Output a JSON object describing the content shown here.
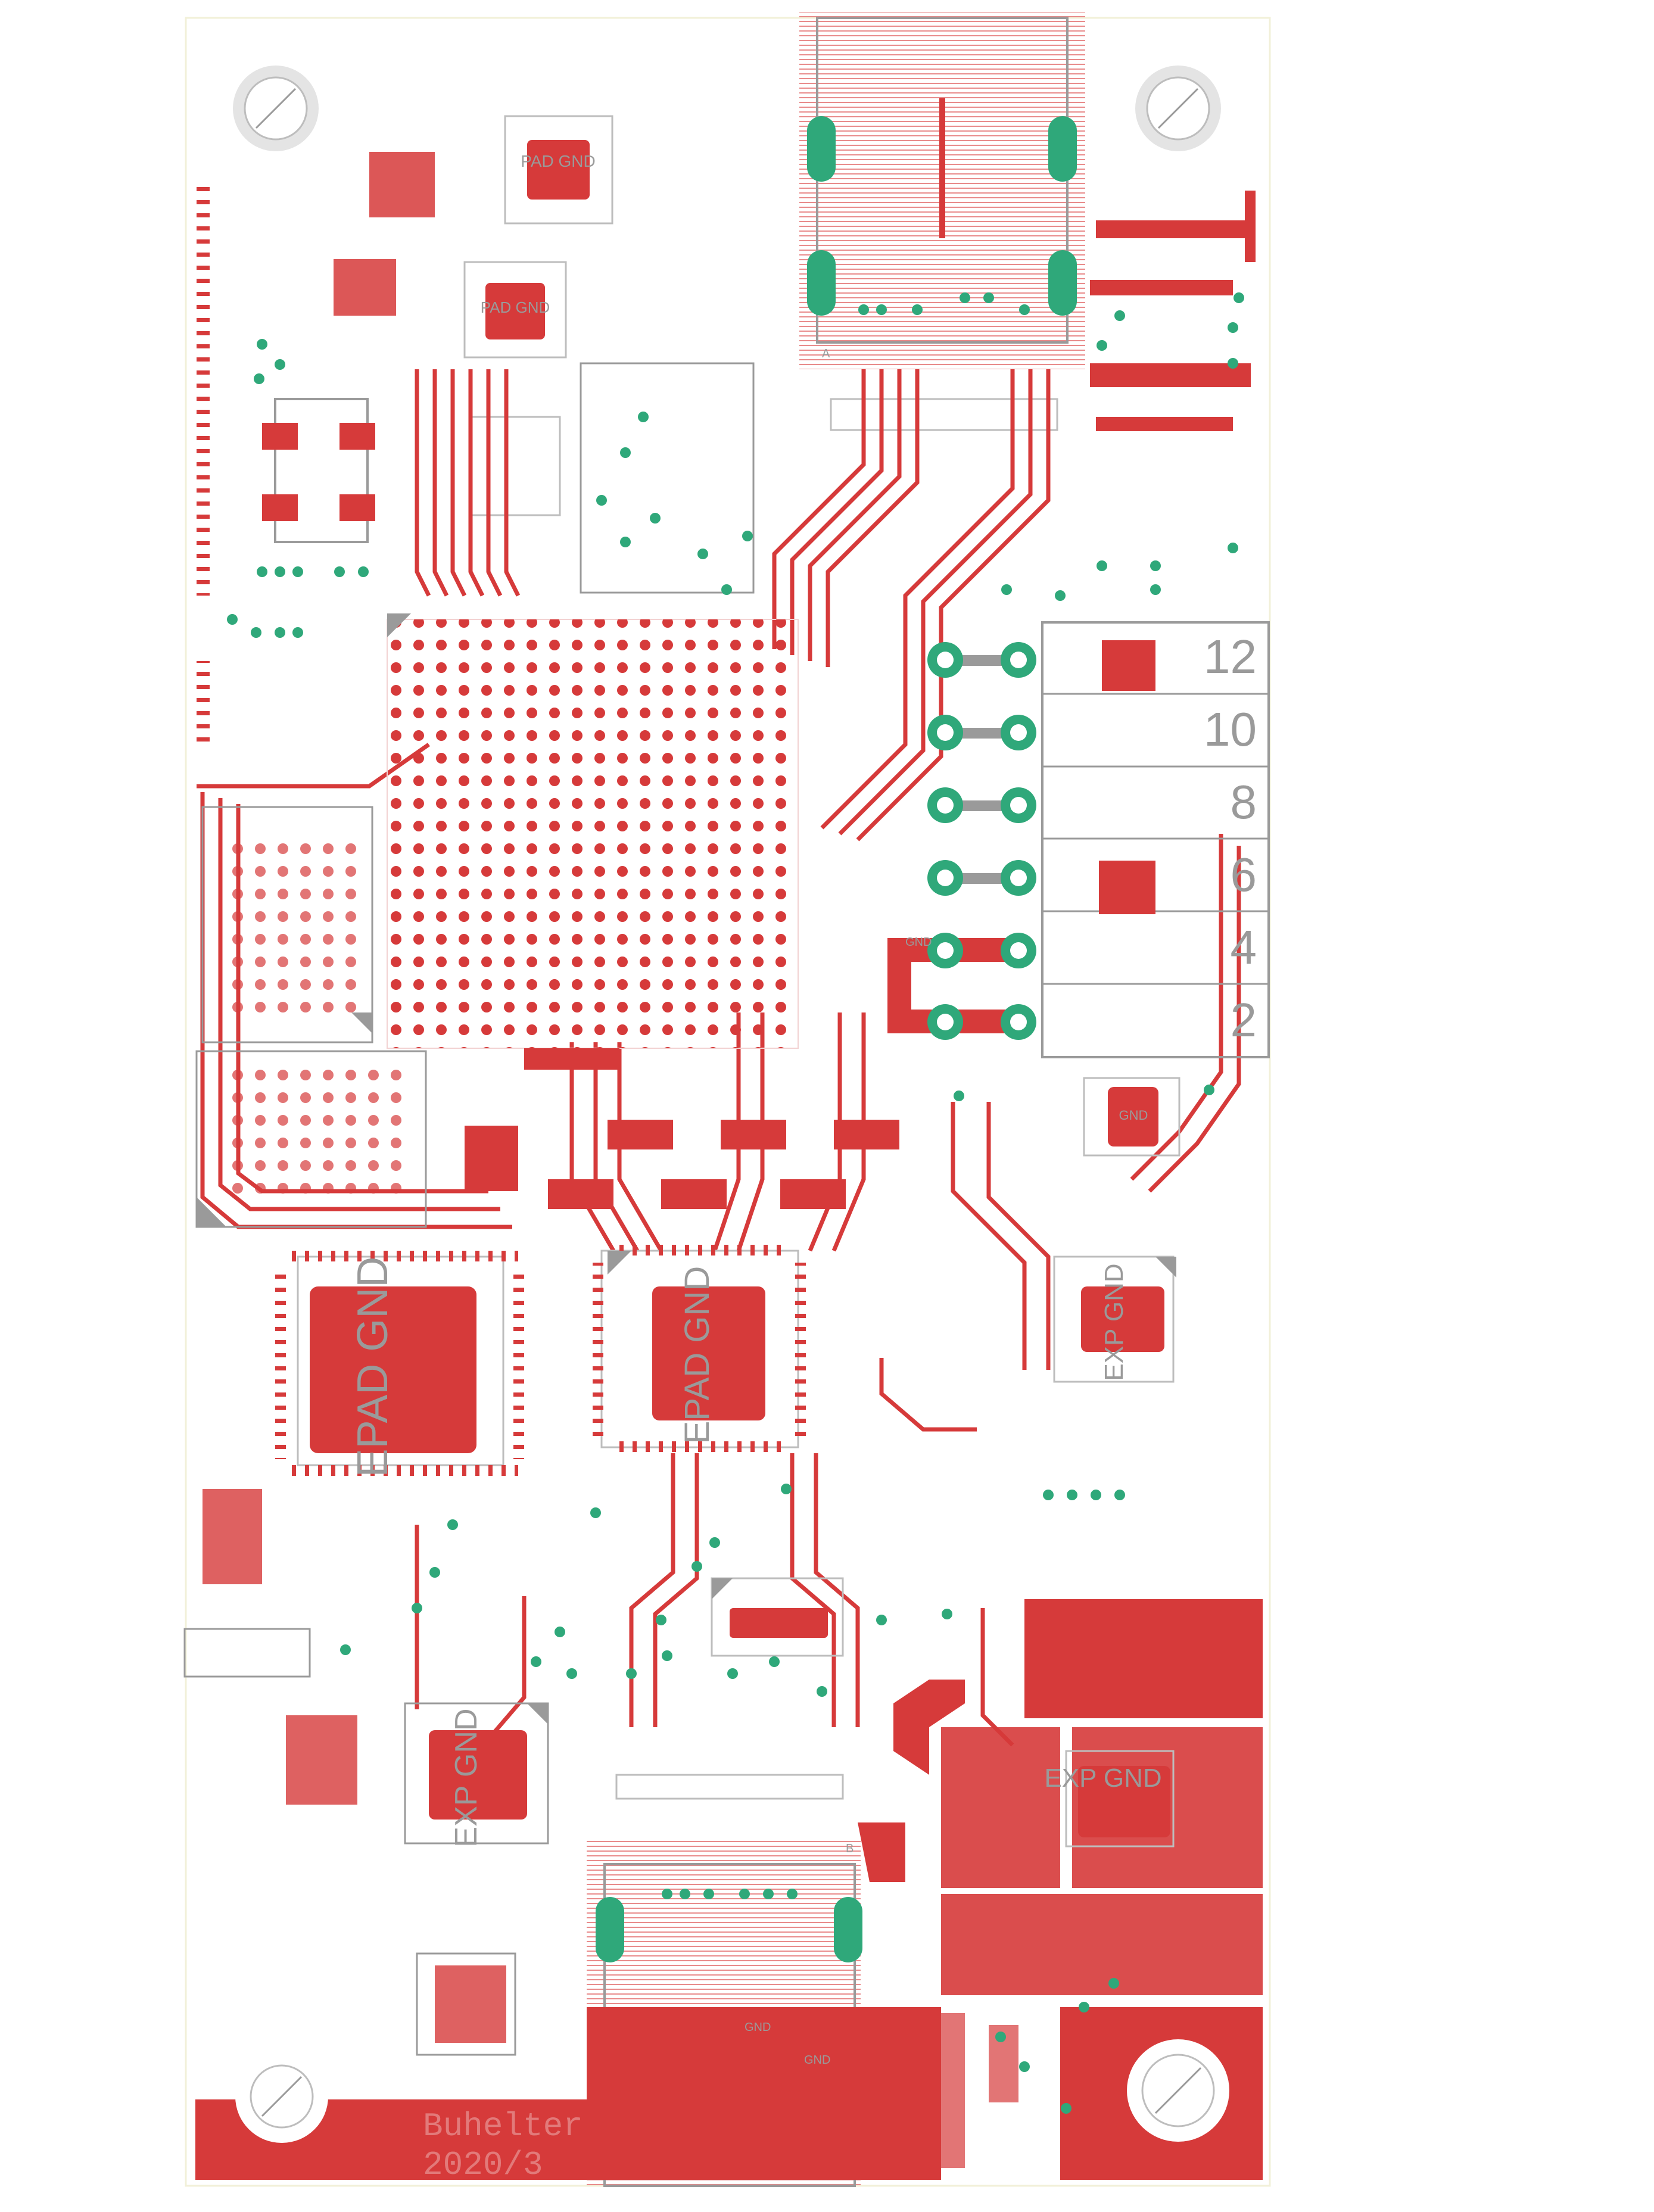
{
  "colors": {
    "background": "#ffffff",
    "board_outline": "#f2f0d8",
    "copper": "#d63a3a",
    "copper_light": "#e98c8c",
    "via": "#2fa87a",
    "silkscreen": "#9a9a9a",
    "mounting_hole": "#e4e4e4"
  },
  "labels": {
    "epad_gnd_1": "PAD GND",
    "epad_gnd_2": "PAD GND",
    "epad_big_1": "EPAD GND",
    "epad_big_2": "EPAD GND",
    "exp_gnd_1": "EXP GND",
    "exp_gnd_2": "EXP GND",
    "exp_gnd_3": "EXP GND",
    "gnd_small_1": "GND",
    "gnd_small_2": "GND",
    "gnd_small_3": "GND",
    "gnd_small_4": "GND",
    "footer_line1": "Buhelter",
    "footer_line2": "2020/3",
    "conn_a": "A",
    "conn_b": "B"
  },
  "header_numbers": [
    "12",
    "10",
    "8",
    "6",
    "4",
    "2"
  ],
  "icons": {
    "mount_hole": "mounting-hole-icon",
    "via": "via-icon"
  }
}
